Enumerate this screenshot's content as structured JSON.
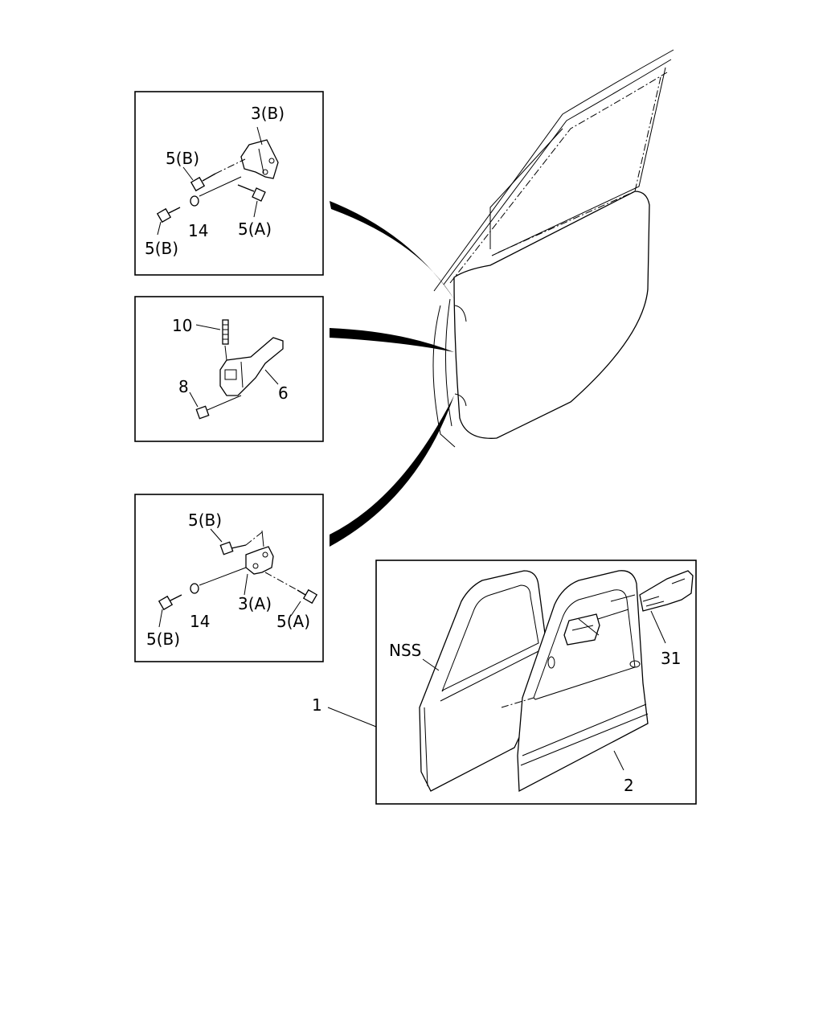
{
  "callouts": {
    "upper_hinge": {
      "hinge": "3(B)",
      "bolt_upper": "5(B)",
      "bolt_lower": "5(B)",
      "washer": "14",
      "bolt_right": "5(A)"
    },
    "check_link": {
      "pin": "10",
      "bolt": "8",
      "link": "6"
    },
    "lower_hinge": {
      "bolt_upper": "5(B)",
      "bolt_lower": "5(B)",
      "washer": "14",
      "hinge": "3(A)",
      "bolt_right": "5(A)"
    },
    "door_assembly": {
      "assembly": "1",
      "nss": "NSS",
      "door_panel": "2",
      "bracket": "31"
    }
  }
}
